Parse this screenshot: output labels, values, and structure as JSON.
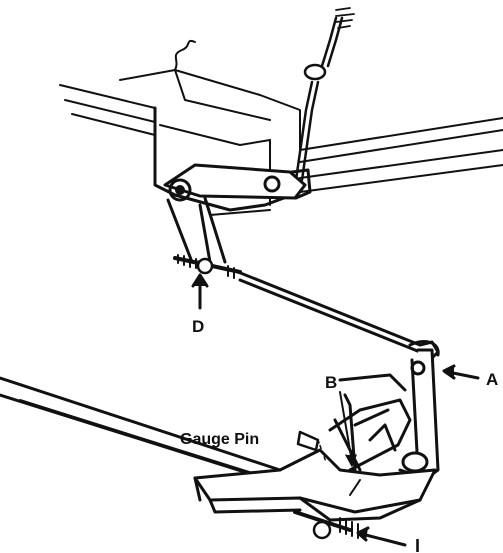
{
  "labels": {
    "a": "A",
    "b": "B",
    "d": "D",
    "i": "I",
    "gauge_pin": "Gauge Pin"
  },
  "colors": {
    "ink": "#111111",
    "paper": "#ffffff"
  }
}
